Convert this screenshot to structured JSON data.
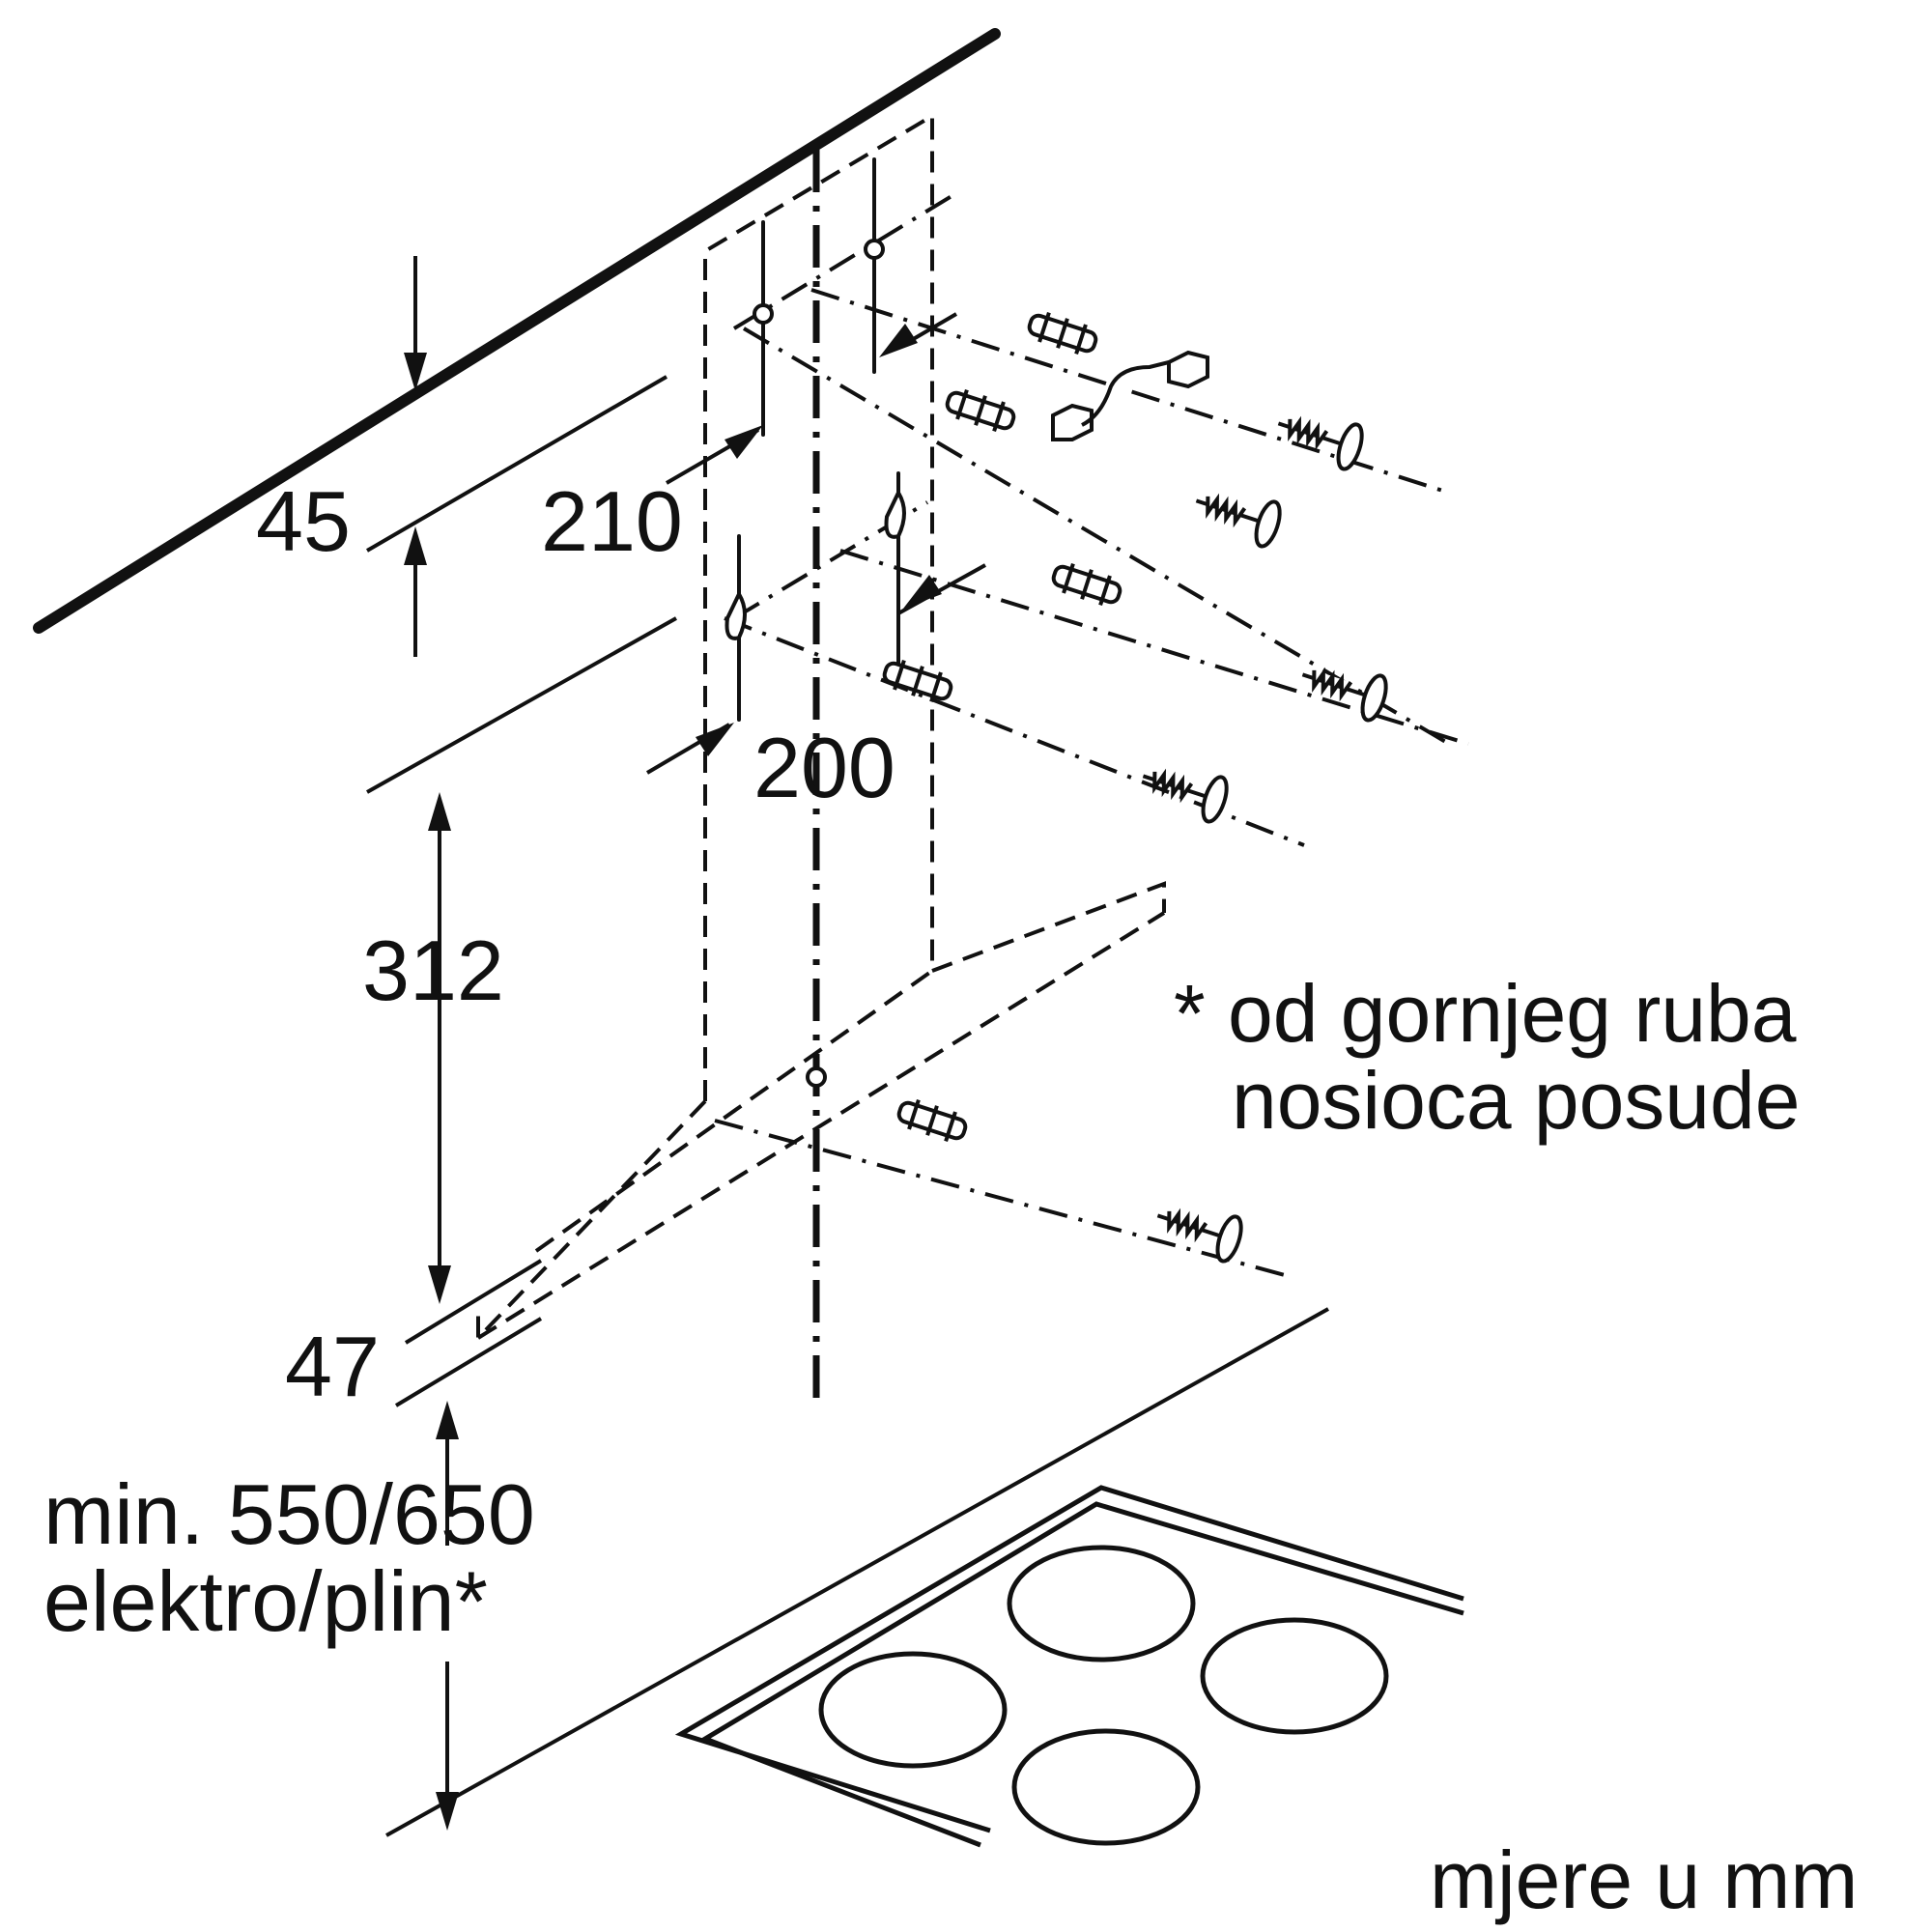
{
  "dimensions": {
    "d45": "45",
    "d210": "210",
    "d200": "200",
    "d312": "312",
    "d47": "47",
    "min_line1": "min. 550/650",
    "min_line2": "elektro/plin*"
  },
  "footnote": {
    "line1": "* od gornjeg ruba",
    "line2": "nosioca posude"
  },
  "units_note": "mjere u mm",
  "colors": {
    "line": "#111111",
    "background": "#ffffff"
  }
}
